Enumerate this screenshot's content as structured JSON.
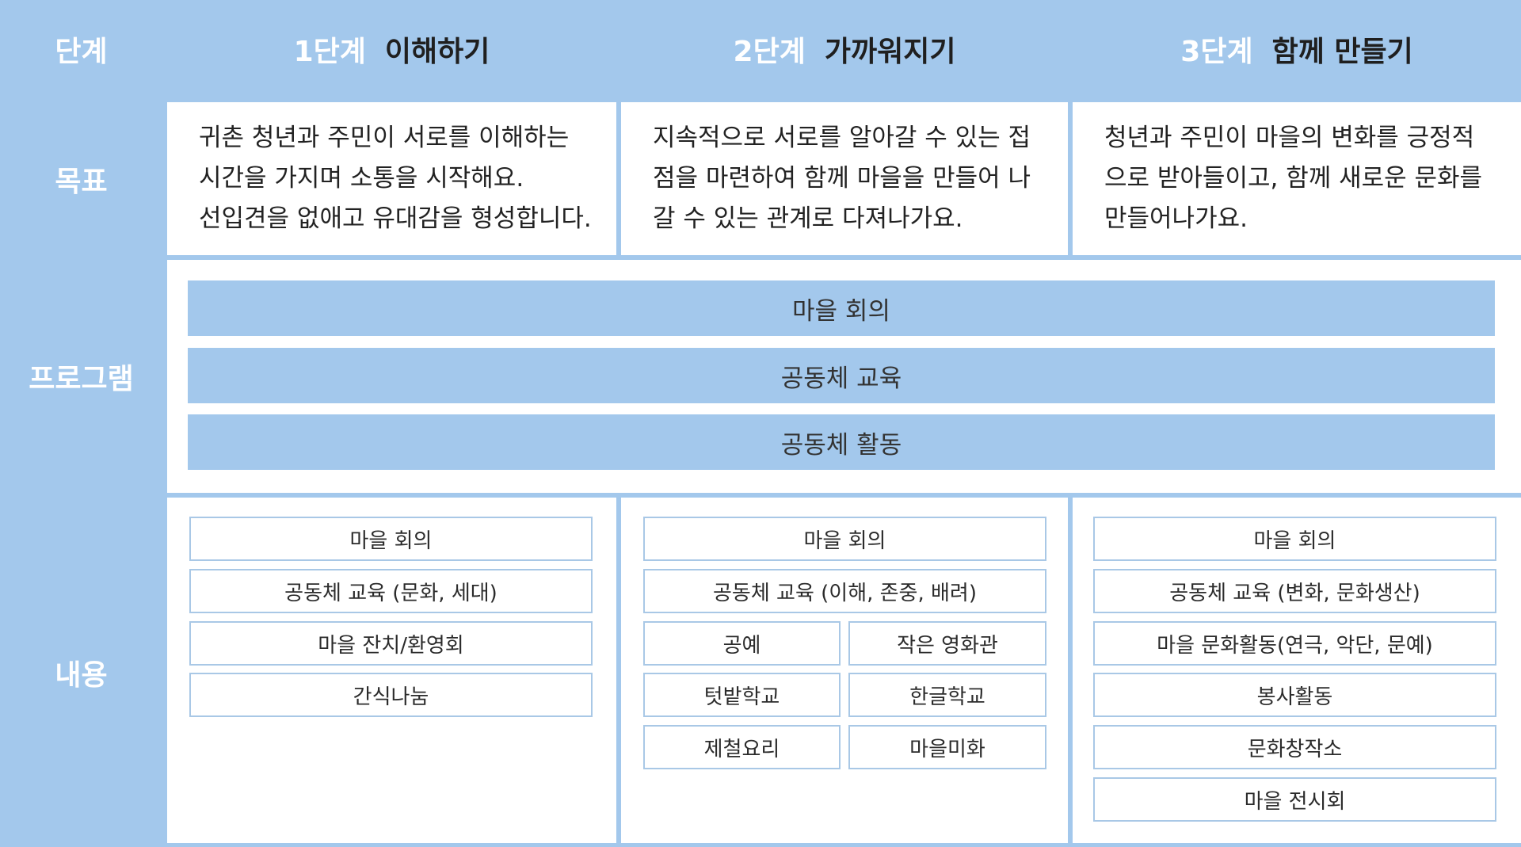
{
  "header": {
    "label": "단계",
    "stages": [
      {
        "num": "1단계",
        "name": "이해하기"
      },
      {
        "num": "2단계",
        "name": "가까워지기"
      },
      {
        "num": "3단계",
        "name": "함께 만들기"
      }
    ]
  },
  "goal": {
    "label": "목표",
    "texts": [
      "귀촌 청년과 주민이 서로를 이해하는\n시간을 가지며 소통을 시작해요.\n선입견을 없애고 유대감을 형성합니다.",
      "지속적으로 서로를 알아갈 수 있는 접\n점을 마련하여 함께 마을을 만들어 나\n갈 수 있는 관계로 다져나가요.",
      "청년과 주민이 마을의 변화를 긍정적\n으로 받아들이고, 함께 새로운 문화를\n만들어나가요."
    ]
  },
  "program": {
    "label": "프로그램",
    "items": [
      "마을 회의",
      "공동체 교육",
      "공동체 활동"
    ]
  },
  "content": {
    "label": "내용",
    "stage1": [
      "마을 회의",
      "공동체 교육 (문화, 세대)",
      "마을 잔치/환영회",
      "간식나눔"
    ],
    "stage2": {
      "full": [
        "마을 회의",
        "공동체 교육 (이해, 존중, 배려)"
      ],
      "grid": [
        "공예",
        "작은 영화관",
        "텃밭학교",
        "한글학교",
        "제철요리",
        "마을미화"
      ]
    },
    "stage3": [
      "마을 회의",
      "공동체 교육 (변화, 문화생산)",
      "마을 문화활동(연극, 악단, 문예)",
      "봉사활동",
      "문화창작소",
      "마을 전시회"
    ]
  }
}
